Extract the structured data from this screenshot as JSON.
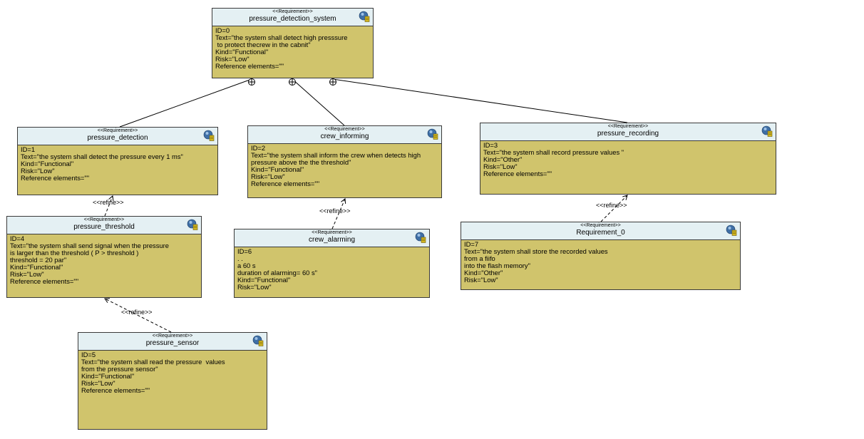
{
  "stereotype": "<<Requirement>>",
  "requirements": [
    {
      "key": "pressure_detection_system",
      "name": "pressure_detection_system",
      "fields": [
        "ID=0",
        "Text=\"the system shall detect high presssure",
        " to protect thecrew in the cabnit\"",
        "Kind=\"Functional\"",
        "Risk=\"Low\"",
        "Reference elements=\"\""
      ]
    },
    {
      "key": "pressure_detection",
      "name": "pressure_detection",
      "fields": [
        "ID=1",
        "Text=\"the system shall detect the pressure every 1 ms\"",
        "Kind=\"Functional\"",
        "Risk=\"Low\"",
        "Reference elements=\"\""
      ]
    },
    {
      "key": "crew_informing",
      "name": "crew_informing",
      "fields": [
        "ID=2",
        "Text=\"the system shall inform the crew when detects high",
        "pressure above the the threshold\"",
        "Kind=\"Functional\"",
        "Risk=\"Low\"",
        "Reference elements=\"\""
      ]
    },
    {
      "key": "pressure_recording",
      "name": "pressure_recording",
      "fields": [
        "ID=3",
        "Text=\"the system shall record pressure values \"",
        "Kind=\"Other\"",
        "Risk=\"Low\"",
        "Reference elements=\"\""
      ]
    },
    {
      "key": "pressure_threshold",
      "name": "pressure_threshold",
      "fields": [
        "ID=4",
        "Text=\"the system shall send signal when the pressure",
        "is larger than the threshold ( P > threshold )",
        "threshold = 20 par\"",
        "Kind=\"Functional\"",
        "Risk=\"Low\"",
        "Reference elements=\"\""
      ]
    },
    {
      "key": "crew_alarming",
      "name": "crew_alarming",
      "fields": [
        "ID=6",
        ". .",
        "a 60 s",
        "duration of alarming= 60 s\"",
        "Kind=\"Functional\"",
        "Risk=\"Low\""
      ]
    },
    {
      "key": "requirement_0",
      "name": "Requirement_0",
      "fields": [
        "ID=7",
        "Text=\"the system shall store the recorded values",
        "from a fiifo",
        "into the flash memory\"",
        "Kind=\"Other\"",
        "Risk=\"Low\""
      ]
    },
    {
      "key": "pressure_sensor",
      "name": "pressure_sensor",
      "fields": [
        "ID=5",
        "Text=\"the system shall read the pressure  values",
        "from the pressure sensor\"",
        "Kind=\"Functional\"",
        "Risk=\"Low\"",
        "Reference elements=\"\""
      ]
    }
  ],
  "relations": {
    "containment": [
      {
        "parent": "pressure_detection_system",
        "child": "pressure_detection"
      },
      {
        "parent": "pressure_detection_system",
        "child": "crew_informing"
      },
      {
        "parent": "pressure_detection_system",
        "child": "pressure_recording"
      }
    ],
    "refine": [
      {
        "from": "pressure_threshold",
        "to": "pressure_detection",
        "label": "<<refine>>"
      },
      {
        "from": "crew_alarming",
        "to": "crew_informing",
        "label": "<<refine>>"
      },
      {
        "from": "requirement_0",
        "to": "pressure_recording",
        "label": "<<refine>>"
      },
      {
        "from": "pressure_sensor",
        "to": "pressure_threshold",
        "label": "<<refine>>"
      }
    ]
  },
  "colors": {
    "body": "#d0c46c",
    "header": "#e4f0f3",
    "border": "#3a3a3a",
    "icon_blue": "#3f6fa6",
    "icon_yellow": "#d4b820"
  },
  "icon": "requirement-icon"
}
